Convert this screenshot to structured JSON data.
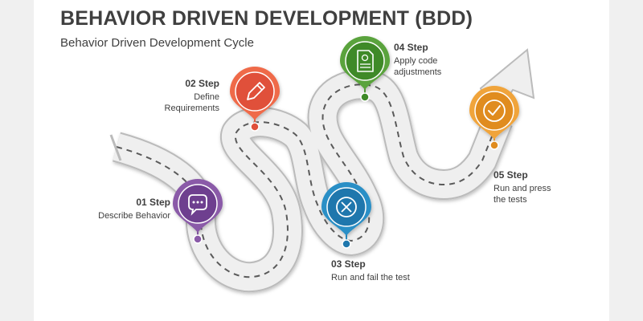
{
  "title": "BEHAVIOR DRIVEN DEVELOPMENT (BDD)",
  "subtitle": "Behavior Driven Development Cycle",
  "colors": {
    "step1": "#8a5aa8",
    "step2": "#ef6a4a",
    "step3": "#2a8fc6",
    "step4": "#5aa33c",
    "step5": "#f0a43a",
    "road": "#eeeeee",
    "road_edge": "#b8b8b8"
  },
  "steps": [
    {
      "label": "01 Step",
      "desc": "Describe Behavior",
      "icon": "chat-bubble-icon"
    },
    {
      "label": "02 Step",
      "desc": "Define Requirements",
      "icon": "pencil-icon"
    },
    {
      "label": "03 Step",
      "desc": "Run and fail the test",
      "icon": "x-circle-icon"
    },
    {
      "label": "04 Step",
      "desc": "Apply code adjustments",
      "icon": "document-icon"
    },
    {
      "label": "05 Step",
      "desc": "Run and press the tests",
      "icon": "checkmark-icon"
    }
  ]
}
